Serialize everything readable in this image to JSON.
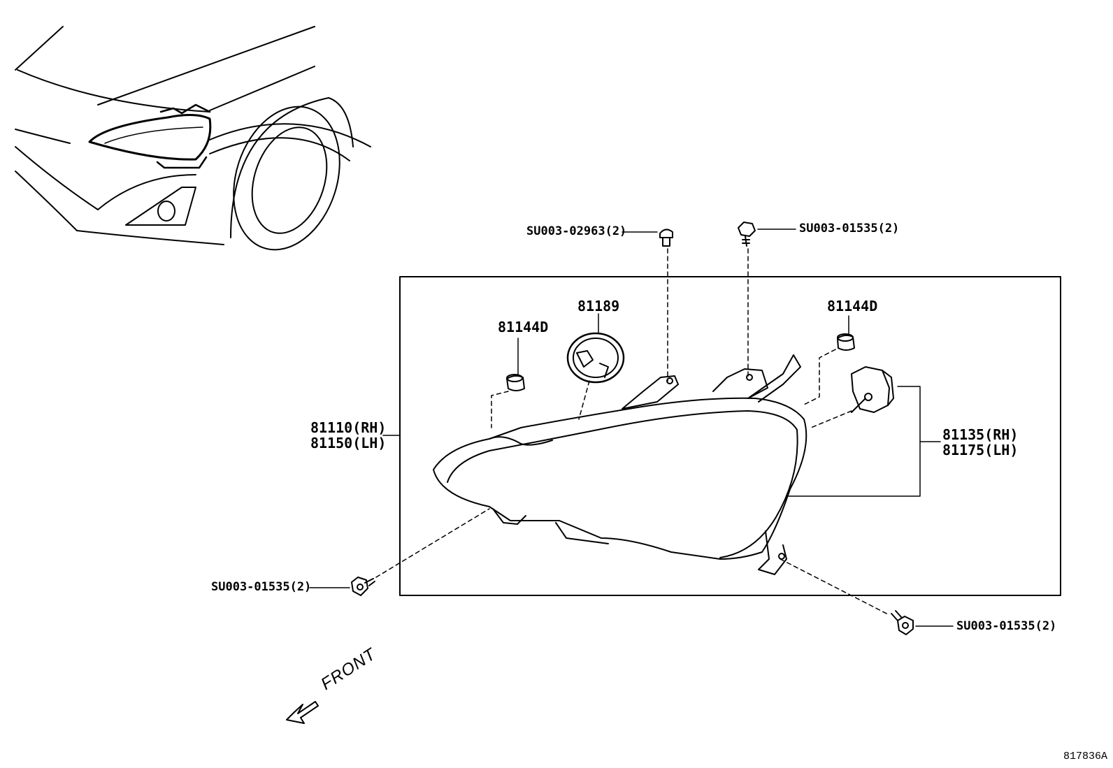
{
  "labels": {
    "clip_top": "SU003-02963(2)",
    "bolt_top": "SU003-01535(2)",
    "bolt_left": "SU003-01535(2)",
    "bolt_right": "SU003-01535(2)",
    "cap_left": "81144D",
    "cap_right": "81144D",
    "cover": "81189",
    "headlamp_rh": "81110(RH)",
    "headlamp_lh": "81150(LH)",
    "socket_rh": "81135(RH)",
    "socket_lh": "81175(LH)",
    "front": "FRONT",
    "ref_code": "817836A"
  }
}
